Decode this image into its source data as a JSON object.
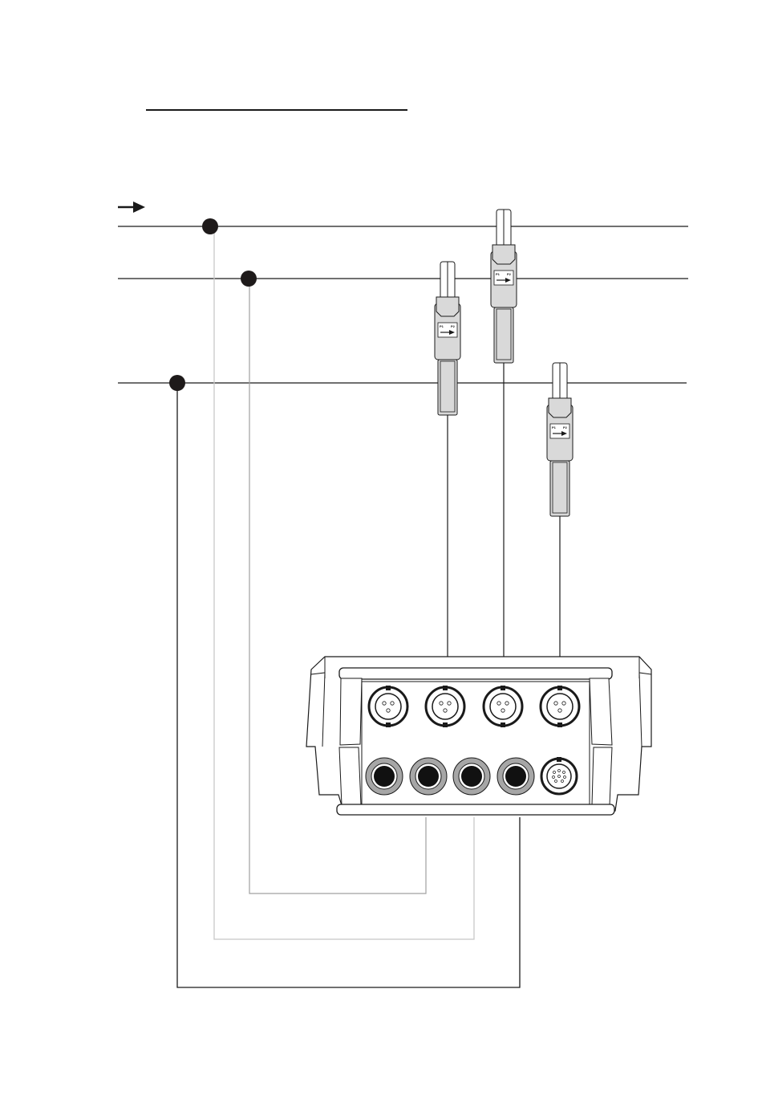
{
  "diagram": {
    "title_text": "",
    "flow_direction_icon": "arrow-right-icon",
    "lines": [
      {
        "id": "line-1",
        "label": ""
      },
      {
        "id": "line-2",
        "label": ""
      },
      {
        "id": "line-3",
        "label": ""
      }
    ],
    "voltage_taps": [
      {
        "name": "tap-line-1",
        "line": "line-1",
        "wire_color": "#c8c8c8",
        "terminal": "voltage-input-2"
      },
      {
        "name": "tap-line-2",
        "line": "line-2",
        "wire_color": "#a0a0a0",
        "terminal": "voltage-input-1"
      },
      {
        "name": "tap-line-3",
        "line": "line-3",
        "wire_color": "#1a1a1a",
        "terminal": "voltage-input-4"
      }
    ],
    "current_clamps": [
      {
        "name": "clamp-line-2",
        "line": "line-2",
        "p1_label": "P1",
        "p2_label": "P2",
        "terminal": "current-input-2"
      },
      {
        "name": "clamp-line-1",
        "line": "line-1",
        "p1_label": "P1",
        "p2_label": "P2",
        "terminal": "current-input-3"
      },
      {
        "name": "clamp-line-3",
        "line": "line-3",
        "p1_label": "P1",
        "p2_label": "P2",
        "terminal": "current-input-4"
      }
    ],
    "instrument": {
      "current_inputs": 4,
      "voltage_inputs": 4,
      "aux_connectors": 1
    },
    "colors": {
      "line": "#1a1a1a",
      "clamp_body": "#d9d9d9",
      "jack_ring": "#a6a6a6",
      "jack_hole": "#111111"
    }
  }
}
